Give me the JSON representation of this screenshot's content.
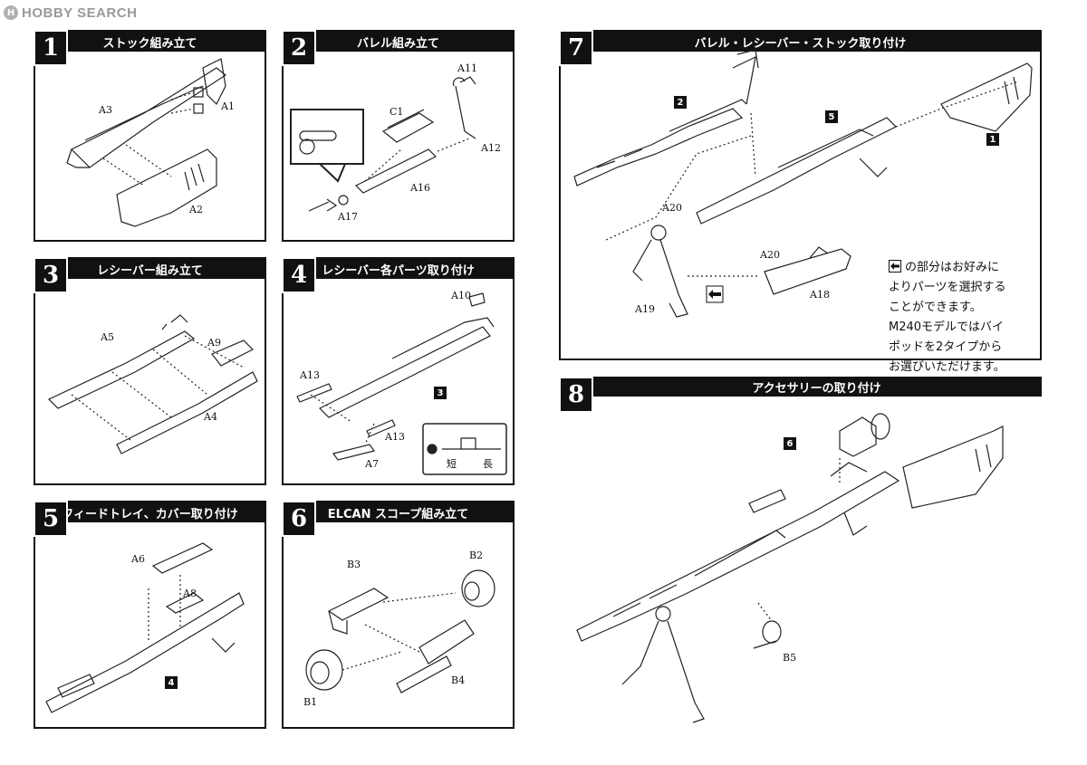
{
  "header": {
    "logo_text": "HOBBY SEARCH",
    "logo_mark": "H"
  },
  "panels": [
    {
      "number": "1",
      "title": "ストック組み立て",
      "labels": [
        "A3",
        "A1",
        "A2"
      ]
    },
    {
      "number": "2",
      "title": "バレル組み立て",
      "labels": [
        "A11",
        "C1",
        "A12",
        "A16",
        "A17"
      ]
    },
    {
      "number": "3",
      "title": "レシーバー組み立て",
      "labels": [
        "A5",
        "A9",
        "A4"
      ]
    },
    {
      "number": "4",
      "title": "レシーバー各パーツ取り付け",
      "labels": [
        "A10",
        "A13",
        "A13",
        "A7"
      ],
      "badge": "3",
      "inset": {
        "short": "短",
        "long": "長"
      }
    },
    {
      "number": "5",
      "title": "フィードトレイ、カバー取り付け",
      "labels": [
        "A6",
        "A8"
      ],
      "badge": "4"
    },
    {
      "number": "6",
      "title": "ELCAN スコープ組み立て",
      "labels": [
        "B3",
        "B2",
        "B1",
        "B4"
      ]
    },
    {
      "number": "7",
      "title": "バレル・レシーバー・ストック取り付け",
      "labels": [
        "A20",
        "A20",
        "A18",
        "A19"
      ],
      "badges": [
        "2",
        "5",
        "1"
      ]
    },
    {
      "number": "8",
      "title": "アクセサリーの取り付け",
      "labels": [
        "B5"
      ],
      "badge": "6"
    }
  ],
  "note": {
    "lines": [
      "の部分はお好みに",
      "よりパーツを選択する",
      "ことができます。",
      "M240モデルではバイ",
      "ポッドを2タイプから",
      "お選びいただけます。"
    ],
    "icon": "choice-arrows-icon"
  }
}
